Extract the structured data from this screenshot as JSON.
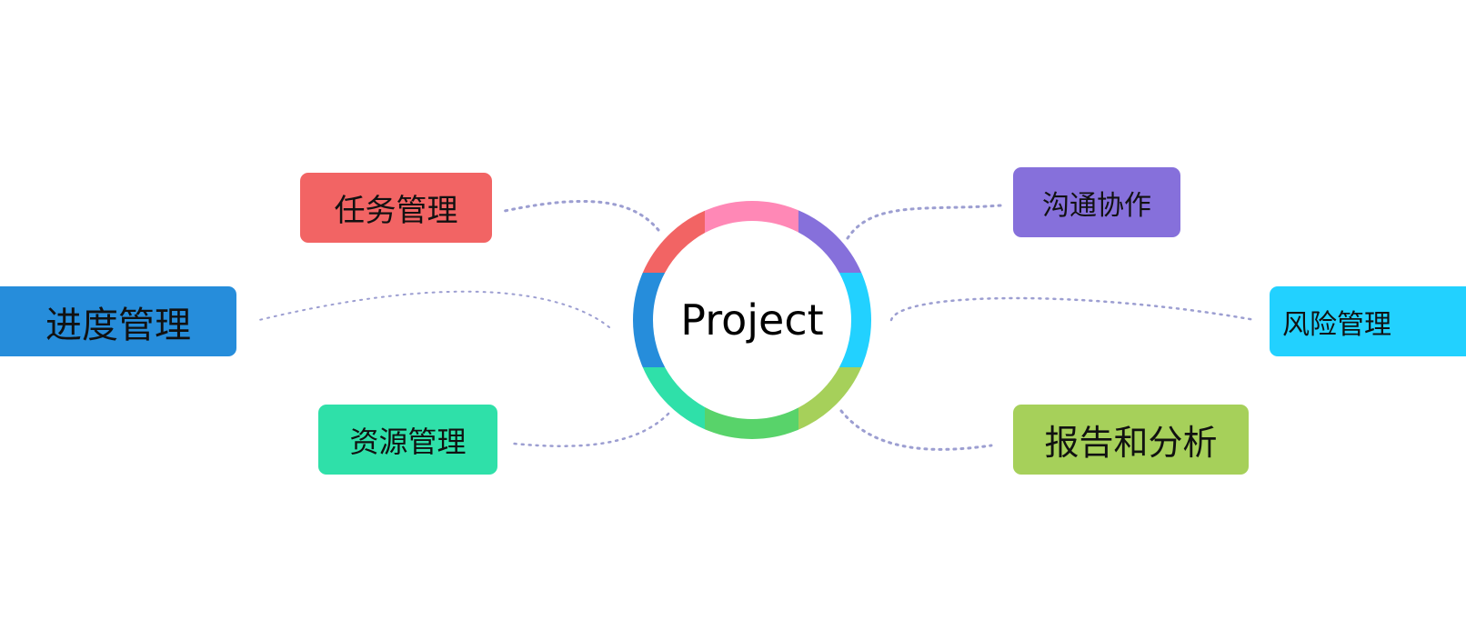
{
  "center": {
    "label": "Project"
  },
  "nodes": [
    {
      "id": "task",
      "label": "任务管理",
      "color": "#f26464"
    },
    {
      "id": "schedule",
      "label": "进度管理",
      "color": "#268ddb"
    },
    {
      "id": "resource",
      "label": "资源管理",
      "color": "#2fe0a9"
    },
    {
      "id": "communication",
      "label": "沟通协作",
      "color": "#8670db"
    },
    {
      "id": "risk",
      "label": "风险管理",
      "color": "#22d1ff"
    },
    {
      "id": "report",
      "label": "报告和分析",
      "color": "#a6d05a"
    }
  ],
  "ring_colors": [
    "#f26464",
    "#ff88b6",
    "#8670db",
    "#22d1ff",
    "#a6d05a",
    "#58d36a",
    "#2fe0a9",
    "#268ddb"
  ],
  "connector_color": "#9c9ed1"
}
